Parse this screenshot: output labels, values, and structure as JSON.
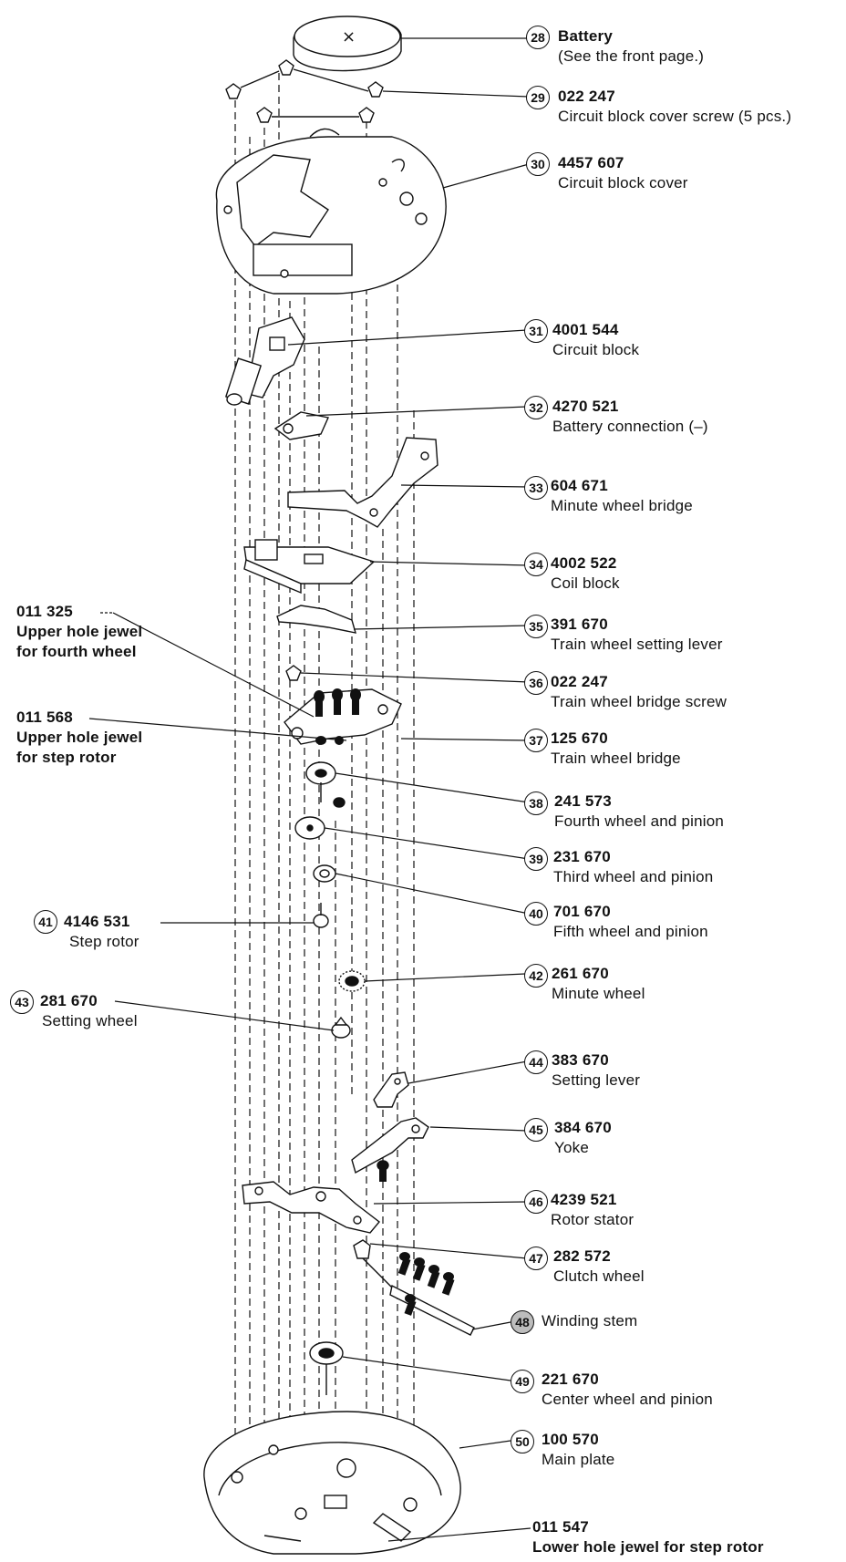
{
  "parts": [
    {
      "ref": "28",
      "code": "",
      "name": "Battery",
      "note": "(See the front page.)"
    },
    {
      "ref": "29",
      "code": "022 247",
      "name": "Circuit block cover screw (5 pcs.)"
    },
    {
      "ref": "30",
      "code": "4457 607",
      "name": "Circuit block cover"
    },
    {
      "ref": "31",
      "code": "4001 544",
      "name": "Circuit block"
    },
    {
      "ref": "32",
      "code": "4270 521",
      "name": "Battery connection (–)"
    },
    {
      "ref": "33",
      "code": "604 671",
      "name": "Minute wheel bridge"
    },
    {
      "ref": "34",
      "code": "4002 522",
      "name": "Coil block"
    },
    {
      "ref": "35",
      "code": "391 670",
      "name": "Train wheel setting lever"
    },
    {
      "ref": "36",
      "code": "022 247",
      "name": "Train wheel bridge screw"
    },
    {
      "ref": "37",
      "code": "125 670",
      "name": "Train wheel bridge"
    },
    {
      "ref": "38",
      "code": "241 573",
      "name": "Fourth wheel and pinion"
    },
    {
      "ref": "39",
      "code": "231 670",
      "name": "Third wheel and pinion"
    },
    {
      "ref": "40",
      "code": "701 670",
      "name": "Fifth wheel and pinion"
    },
    {
      "ref": "41",
      "code": "4146 531",
      "name": "Step rotor"
    },
    {
      "ref": "42",
      "code": "261 670",
      "name": "Minute wheel"
    },
    {
      "ref": "43",
      "code": "281 670",
      "name": "Setting wheel"
    },
    {
      "ref": "44",
      "code": "383 670",
      "name": "Setting lever"
    },
    {
      "ref": "45",
      "code": "384 670",
      "name": "Yoke"
    },
    {
      "ref": "46",
      "code": "4239 521",
      "name": "Rotor stator"
    },
    {
      "ref": "47",
      "code": "282 572",
      "name": "Clutch wheel"
    },
    {
      "ref": "48",
      "code": "",
      "name": "Winding stem"
    },
    {
      "ref": "49",
      "code": "221 670",
      "name": "Center wheel and pinion"
    },
    {
      "ref": "50",
      "code": "100 570",
      "name": "Main plate"
    }
  ],
  "jewels": [
    {
      "code": "011 325",
      "line1": "Upper hole jewel",
      "line2": "for fourth wheel"
    },
    {
      "code": "011 568",
      "line1": "Upper hole jewel",
      "line2": "for step rotor"
    },
    {
      "code": "011 547",
      "line1": "Lower hole jewel for step rotor"
    }
  ],
  "battery_mark": "×"
}
